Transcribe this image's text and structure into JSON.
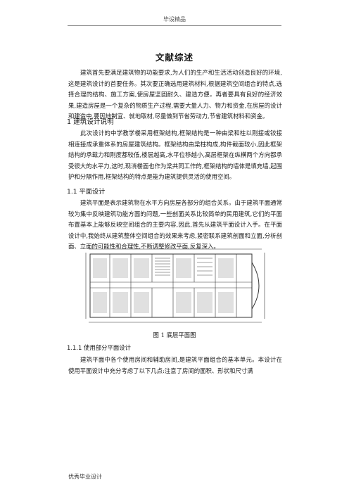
{
  "header": {
    "text": "毕设精品"
  },
  "title": "文献综述",
  "intro": "建筑首先要满足建筑物的功能要求,为人们的生产和生活活动创造良好的环境,这是建筑设计的首要任务。其次要正确选用建筑材料,根据建筑空间组合的特点,选择合理的结构、施工方案,使房屋坚固耐久、建造方便。再者要具有良好的经济效果,建造房屋是一个复杂的物质生产过程,需要大量人力、物力和资金,在房屋的设计和建造中,要因地制宜、就地取材,尽量做到节省劳动力,节省建筑材料和资金。",
  "section1": {
    "heading": "1  建筑设计说明",
    "body": "此次设计的中学教学楼采用框架结构,框架结构是一种由梁和柱以刚接或铰接相连接成承重体系的房屋建筑结构。框架结构由梁柱构成,构件截面较小,因此框架结构的承载力和刚度都较低,楼层越高,水平位移越小,高层框架在纵横两个方向都承受很大的水平力,这时,现浇楼面也作为梁共同工作的,框架结构的墙体是填充墙,起围护和分隔作用,框架结构的特点是能为建筑提供灵活的使用空间。"
  },
  "section1_1": {
    "heading": "1.1  平面设计",
    "body": "建筑平面是表示建筑物在水平方向房屋各部分的组合关系。由于建筑平面通常较为集中反映建筑功能方面的问题,一些剖面关系比较简单的民用建筑,它们的平面布置基本上能够反映空间组合的主要内容,因此,首先从建筑平面设计入手。在平面设计中,我始终从建筑整体空间组合的效果来考虑,紧密联系建筑剖面和立面,分析剖面、立面的可能性和合理性,不断调整修改平面,反复深入。"
  },
  "figure": {
    "caption": "图 1  底层平面图"
  },
  "section1_1_1": {
    "heading": "1.1.1  使用部分平面设计",
    "body": "建筑平面中各个使用房间和辅助房间,是建筑平面组合的基本单元。本设计在使用平面设计中充分考虑了以下几点:注意了房间的面积、形状和尺寸满"
  },
  "footer": {
    "text": "优秀毕业设计"
  }
}
